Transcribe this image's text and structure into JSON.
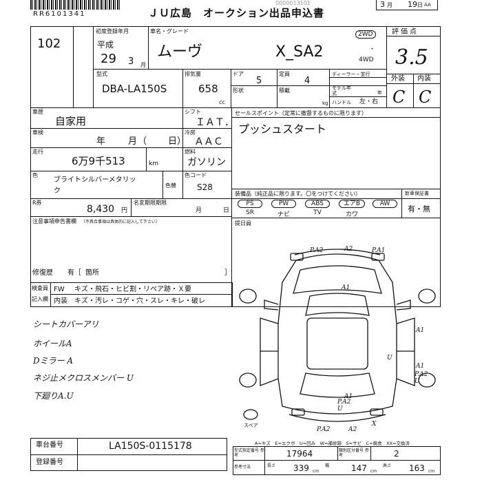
{
  "header": {
    "barcode_number": "RR6101341",
    "top_faint_number": "0000013101",
    "title": "ＪＵ広島　オークション出品申込書",
    "date_month": "3",
    "date_month_unit": "月",
    "date_day": "19",
    "date_day_unit": "日",
    "date_suffix": "AA"
  },
  "lot": {
    "number": "102"
  },
  "registration": {
    "label": "初度登録年月",
    "era": "平成",
    "year": "29",
    "month": "3",
    "month_unit": "月"
  },
  "model": {
    "label": "車名・グレード",
    "name": "ムーヴ",
    "grade": "X_SA2"
  },
  "drive": {
    "two_wd": "2WD",
    "four_wd": "4WD"
  },
  "evaluation": {
    "label": "評価点",
    "score_handwritten": "3.5",
    "exterior_label": "外装",
    "interior_label": "内装",
    "exterior_grade": "C",
    "interior_grade": "C"
  },
  "type_code": {
    "label": "型式",
    "value": "DBA-LA150S"
  },
  "displacement": {
    "label": "排気量",
    "value": "658",
    "unit": "cc"
  },
  "doors": {
    "label": "ドア",
    "value": "5"
  },
  "capacity": {
    "label": "定員",
    "value": "4"
  },
  "dealer": {
    "label": "ディーラー・並行"
  },
  "model_year": {
    "label": "モデル年式",
    "year_unit": "年"
  },
  "shape": {
    "label": "形状"
  },
  "load": {
    "label": "積載",
    "unit": "kg"
  },
  "handle": {
    "label": "ハンドル",
    "value": "左・右"
  },
  "history": {
    "label": "車歴",
    "value": "自家用"
  },
  "shift": {
    "label": "シフト",
    "value": "ＩＡＴ．"
  },
  "sales_point": {
    "label": "セールスポイント（定常に撤督するものに限ります）",
    "value": "プッシュスタート"
  },
  "inspection": {
    "label": "車検",
    "year_unit": "年",
    "month_unit": "月",
    "open_paren": "（",
    "day_unit": "日）"
  },
  "aircon": {
    "label": "冷房",
    "value": "ＡＡＣ"
  },
  "mileage": {
    "label": "走行",
    "value": "6万9千513",
    "unit": "km"
  },
  "fuel": {
    "label": "燃料",
    "value": "ガソリン"
  },
  "color": {
    "label": "色",
    "value_line1": "ブライトシルバーメタリッ",
    "value_line2": "ク",
    "change_label": "色替",
    "code_label": "色コード",
    "code_value": "S28"
  },
  "equipment": {
    "label": "装備品（純正品に限ります。〇をつけてください）",
    "items": [
      "PS",
      "PW",
      "ABS",
      "エアB",
      "AW"
    ],
    "items_row2": [
      "SR",
      "ナビ",
      "TV",
      "カワ"
    ]
  },
  "manual": {
    "label": "新車保証書",
    "value": "有・無"
  },
  "recycle": {
    "label": "R券",
    "value": "8,430",
    "unit": "円"
  },
  "registration_expiry": {
    "label": "名変期限期限",
    "month_unit": "月",
    "day_unit": "日"
  },
  "notes": {
    "label": "注意事項申告書欄",
    "sublabel": "（不具合事項は具体的に記入して下さい）"
  },
  "repair_history": {
    "label": "修復歴",
    "value": "有［",
    "suffix": "箇所",
    "close": "］"
  },
  "inspector_notes": {
    "label1": "検査員",
    "label2": "記入欄",
    "row1_prefix": "FW",
    "row1_items": "キズ・飛石・ヒビ割・リペア跡・Ｘ要",
    "row2_prefix": "内装",
    "row2_items": "キズ・汚レ・コゲ・穴・スレ・キレ・破レ"
  },
  "handwritten_notes": [
    "シートカバーアリ",
    "ホイールA",
    "Dミラー A",
    "ネジ止メクロスメンバー U",
    "下廻りA.U"
  ],
  "memo": {
    "label": "提日員"
  },
  "diagram_marks": [
    "P.A2",
    "A2",
    "P.A1",
    "A1",
    "A1",
    "U",
    "A1",
    "P.A2",
    "U",
    "P.A2",
    "U",
    "A1",
    "P.A2",
    "A2",
    "X",
    "スペア"
  ],
  "legend": "A=キズ　E=エクボ　U=凹み　W=補修跡　S=サビ　C=腐食　XX=交換済",
  "chassis": {
    "label": "車台番号",
    "value": "LA150S-0115178"
  },
  "reg_number": {
    "label": "登録番号"
  },
  "cert": {
    "type_label": "型式指定番号 参考",
    "type_value": "17964",
    "class_label": "類別区分番号 参考",
    "class_value": "2",
    "length_label": "長さ",
    "length_value": "339",
    "width_label": "幅",
    "width_value": "147",
    "height_label": "高さ",
    "height_value": "163",
    "dim_unit": "cm",
    "ref_label": "参考寸法"
  }
}
